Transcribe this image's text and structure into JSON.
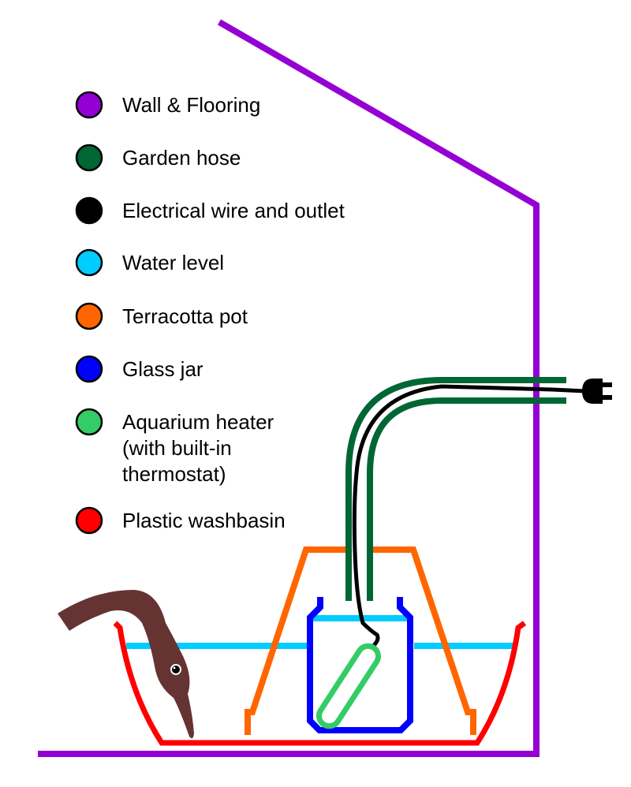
{
  "title": "Heated water setup diagram",
  "legend": [
    {
      "key": "wall",
      "color": "#9400D3",
      "lines": [
        "Wall & Flooring"
      ]
    },
    {
      "key": "hose",
      "color": "#006633",
      "lines": [
        "Garden hose"
      ]
    },
    {
      "key": "wire",
      "color": "#000000",
      "lines": [
        "Electrical wire and outlet"
      ]
    },
    {
      "key": "water",
      "color": "#00CCFF",
      "lines": [
        "Water level"
      ]
    },
    {
      "key": "pot",
      "color": "#FF6600",
      "lines": [
        "Terracotta pot"
      ]
    },
    {
      "key": "jar",
      "color": "#0000FF",
      "lines": [
        "Glass jar"
      ]
    },
    {
      "key": "heater",
      "color": "#33CC66",
      "lines": [
        "Aquarium heater",
        "(with built-in",
        "thermostat)"
      ]
    },
    {
      "key": "basin",
      "color": "#FF0000",
      "lines": [
        "Plastic washbasin"
      ]
    }
  ],
  "colors": {
    "wall": "#9400D3",
    "hose": "#006633",
    "wire": "#000000",
    "water": "#00CCFF",
    "pot": "#FF6600",
    "jar": "#0000FF",
    "heater": "#33CC66",
    "basin": "#FF0000",
    "animal": "#663333"
  }
}
